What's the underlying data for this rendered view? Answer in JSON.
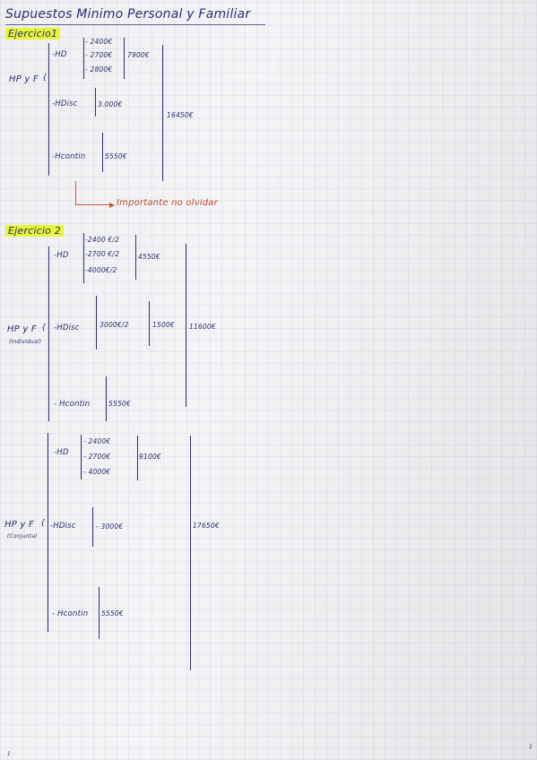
{
  "title": "Supuestos Minimo Personal y Familiar",
  "ej1": {
    "heading": "Ejercicio1",
    "subject": "HP y F",
    "hd_label": "-HD",
    "hd_items": [
      "- 2400€",
      "- 2700€",
      "- 2800€"
    ],
    "hd_total": "7900€",
    "hdisc_label": "-HDisc",
    "hdisc_value": "3.000€",
    "hcontin_label": "-Hcontin",
    "hcontin_value": "5550€",
    "total": "16450€",
    "note": "Importante no olvidar"
  },
  "ej2": {
    "heading": "Ejercicio 2",
    "ind": {
      "subject": "HP y F",
      "subject_note": "(Individual)",
      "hd_label": "-HD",
      "hd_items": [
        "-2400 €/2",
        "-2700 €/2",
        "-4000€/2"
      ],
      "hd_total": "4550€",
      "hdisc_label": "-HDisc",
      "hdisc_value": "3000€/2",
      "hdisc_total": "1500€",
      "hcontin_label": "- Hcontin",
      "hcontin_value": "5550€",
      "total": "11600€"
    },
    "conj": {
      "subject": "HP y F",
      "subject_note": "(Conjunta)",
      "hd_label": "-HD",
      "hd_items": [
        "- 2400€",
        "- 2700€",
        "- 4000€"
      ],
      "hd_total": "9100€",
      "hdisc_label": "-HDisc",
      "hdisc_value": "- 3000€",
      "hcontin_label": "- Hcontin",
      "hcontin_value": "5550€",
      "total": "17650€"
    }
  },
  "corner_marks": [
    "1",
    "1"
  ]
}
